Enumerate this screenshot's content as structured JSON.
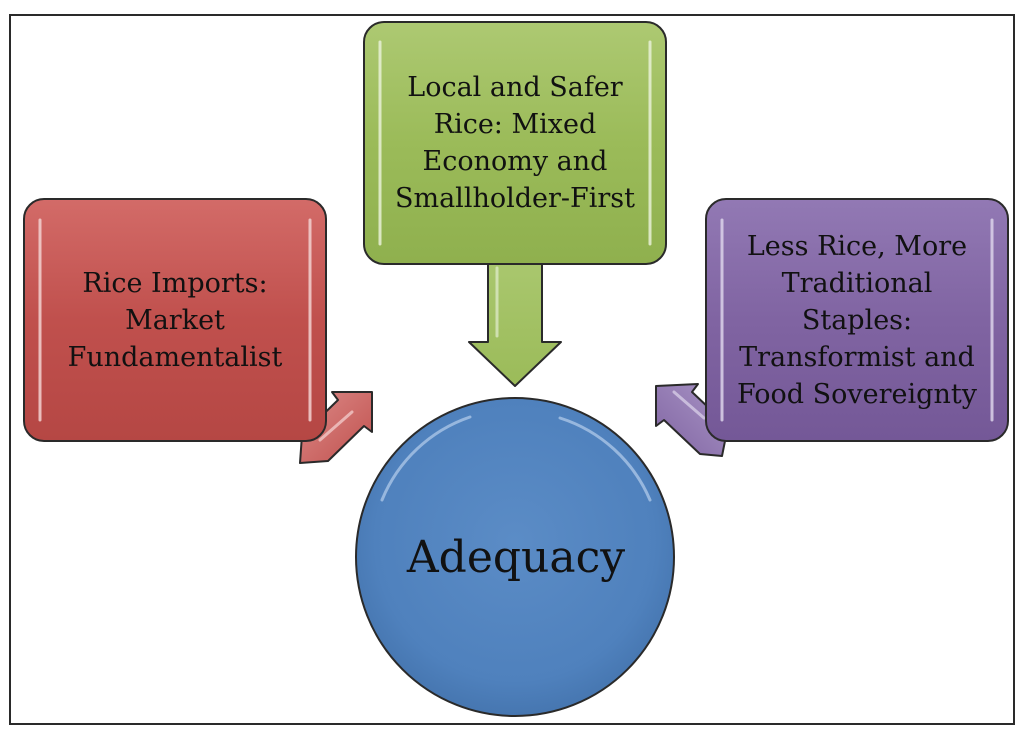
{
  "diagram": {
    "left_box": {
      "label": "Rice Imports:\nMarket\nFundamentalist",
      "color": "#c0504d"
    },
    "top_box": {
      "label": "Local and Safer\nRice: Mixed\nEconomy and\nSmallholder-First",
      "color": "#9bbb59"
    },
    "right_box": {
      "label": "Less Rice, More\nTraditional\nStaples:\nTransformist and\nFood Sovereignty",
      "color": "#8064a2"
    },
    "center_circle": {
      "label": "Adequacy",
      "color": "#4f81bd"
    }
  }
}
